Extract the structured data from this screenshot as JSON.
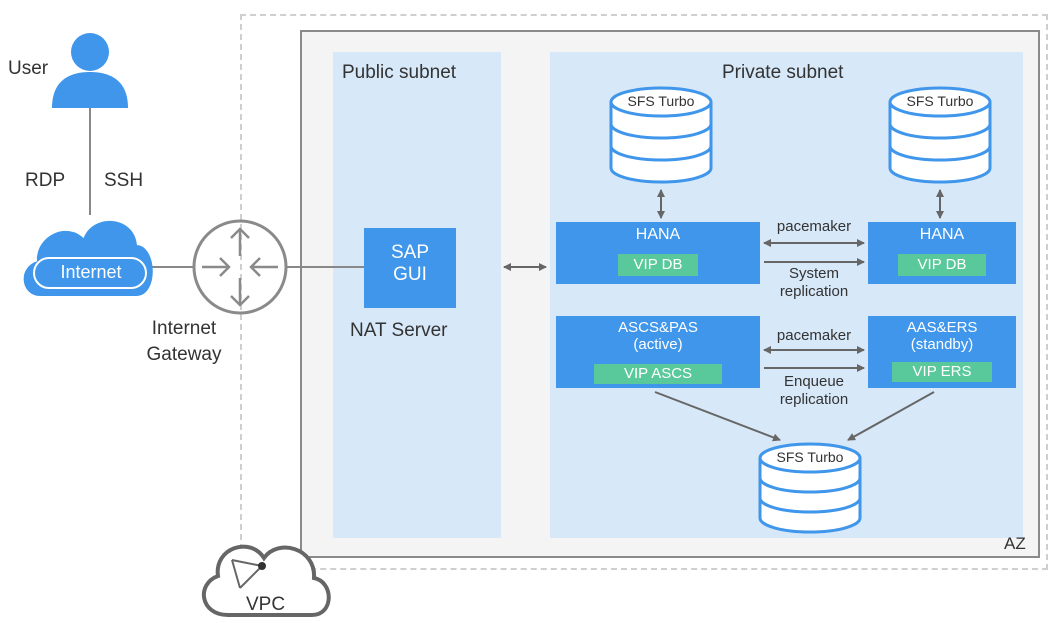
{
  "colors": {
    "blue": "#3f96ea",
    "green": "#59c89a",
    "subnet_bg": "#d7e8f8",
    "az_border": "#8a8a8a",
    "vpc_border": "#cfcfcf"
  },
  "user": {
    "label": "User",
    "icon": "user-icon"
  },
  "protocols": {
    "rdp": "RDP",
    "ssh": "SSH"
  },
  "internet": {
    "label": "Internet",
    "icon": "cloud-icon"
  },
  "gateway": {
    "line1": "Internet",
    "line2": "Gateway",
    "icon": "router-icon"
  },
  "vpc": {
    "label": "VPC",
    "icon": "vpc-cloud-icon"
  },
  "az": {
    "label": "AZ"
  },
  "public_subnet": {
    "title": "Public subnet",
    "sap_gui": {
      "line1": "SAP",
      "line2": "GUI"
    },
    "nat_server": "NAT Server"
  },
  "private_subnet": {
    "title": "Private subnet",
    "sfs_top_left": "SFS Turbo",
    "sfs_top_right": "SFS Turbo",
    "sfs_bottom": "SFS Turbo",
    "hana_left": {
      "title": "HANA",
      "vip": "VIP DB"
    },
    "hana_right": {
      "title": "HANA",
      "vip": "VIP DB"
    },
    "hana_link": {
      "top": "pacemaker",
      "bottom1": "System",
      "bottom2": "replication"
    },
    "ascs_left": {
      "line1": "ASCS&PAS",
      "line2": "(active)",
      "vip": "VIP ASCS"
    },
    "ers_right": {
      "line1": "AAS&ERS",
      "line2": "(standby)",
      "vip": "VIP ERS"
    },
    "ascs_link": {
      "top": "pacemaker",
      "bottom1": "Enqueue",
      "bottom2": "replication"
    }
  }
}
